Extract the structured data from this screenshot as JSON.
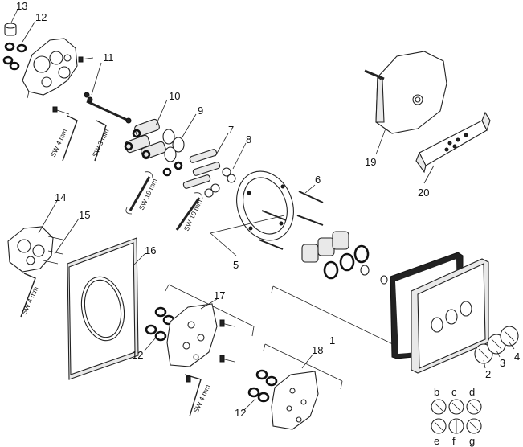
{
  "diagram": {
    "part_labels": {
      "p13": "13",
      "p12a": "12",
      "p11": "11",
      "p10": "10",
      "p9": "9",
      "p7": "7",
      "p8": "8",
      "p6": "6",
      "p5": "5",
      "p19": "19",
      "p20": "20",
      "p14": "14",
      "p15": "15",
      "p16": "16",
      "p17": "17",
      "p12b": "12",
      "p18": "18",
      "p12c": "12",
      "p1": "1",
      "p2": "2",
      "p3": "3",
      "p4": "4"
    },
    "variant_labels": {
      "b": "b",
      "c": "c",
      "d": "d",
      "e": "e",
      "f": "f",
      "g": "g"
    },
    "tool_labels": {
      "t1": "SW 4 mm",
      "t2": "SW 3 mm",
      "t3": "SW 19 mm",
      "t4": "SW 10 mm",
      "t5": "SW 4 mm",
      "t6": "SW 4 mm"
    }
  }
}
